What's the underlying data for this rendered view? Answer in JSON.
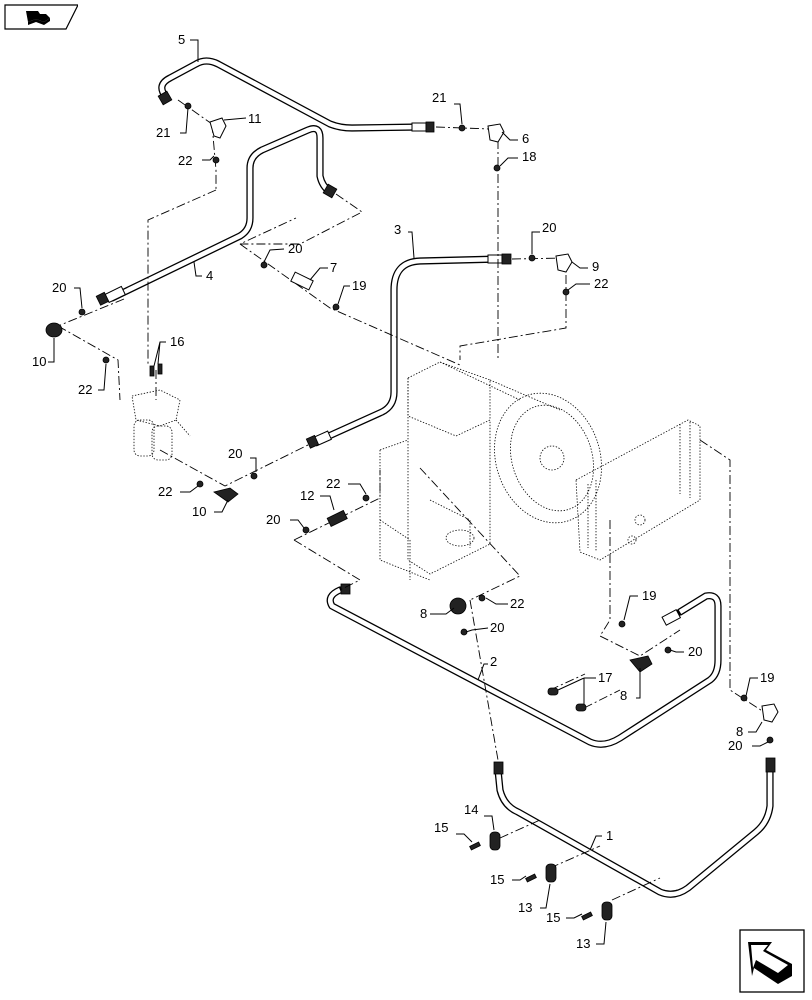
{
  "diagram": {
    "title": "Hydraulic hose and fitting assembly – exploded parts view",
    "nav": {
      "top_left_icon": "previous-page-arrow-icon",
      "bottom_right_icon": "next-page-arrow-icon"
    },
    "callouts": [
      {
        "id": "c5",
        "label": "5"
      },
      {
        "id": "c21a",
        "label": "21"
      },
      {
        "id": "c11",
        "label": "11"
      },
      {
        "id": "c22a",
        "label": "22"
      },
      {
        "id": "c21b",
        "label": "21"
      },
      {
        "id": "c6",
        "label": "6"
      },
      {
        "id": "c18",
        "label": "18"
      },
      {
        "id": "c20a",
        "label": "20"
      },
      {
        "id": "c7",
        "label": "7"
      },
      {
        "id": "c19a",
        "label": "19"
      },
      {
        "id": "c4",
        "label": "4"
      },
      {
        "id": "c20b",
        "label": "20"
      },
      {
        "id": "c10a",
        "label": "10"
      },
      {
        "id": "c22b",
        "label": "22"
      },
      {
        "id": "c16",
        "label": "16"
      },
      {
        "id": "c3",
        "label": "3"
      },
      {
        "id": "c20c",
        "label": "20"
      },
      {
        "id": "c9",
        "label": "9"
      },
      {
        "id": "c22c",
        "label": "22"
      },
      {
        "id": "c20d",
        "label": "20"
      },
      {
        "id": "c22d",
        "label": "22"
      },
      {
        "id": "c10b",
        "label": "10"
      },
      {
        "id": "c22e",
        "label": "22"
      },
      {
        "id": "c12",
        "label": "12"
      },
      {
        "id": "c20e",
        "label": "20"
      },
      {
        "id": "c8a",
        "label": "8"
      },
      {
        "id": "c22f",
        "label": "22"
      },
      {
        "id": "c20f",
        "label": "20"
      },
      {
        "id": "c2",
        "label": "2"
      },
      {
        "id": "c17",
        "label": "17"
      },
      {
        "id": "c19b",
        "label": "19"
      },
      {
        "id": "c20g",
        "label": "20"
      },
      {
        "id": "c8b",
        "label": "8"
      },
      {
        "id": "c19c",
        "label": "19"
      },
      {
        "id": "c8c",
        "label": "8"
      },
      {
        "id": "c20h",
        "label": "20"
      },
      {
        "id": "c14",
        "label": "14"
      },
      {
        "id": "c15a",
        "label": "15"
      },
      {
        "id": "c1",
        "label": "1"
      },
      {
        "id": "c15b",
        "label": "15"
      },
      {
        "id": "c13a",
        "label": "13"
      },
      {
        "id": "c15c",
        "label": "15"
      },
      {
        "id": "c13b",
        "label": "13"
      }
    ]
  }
}
